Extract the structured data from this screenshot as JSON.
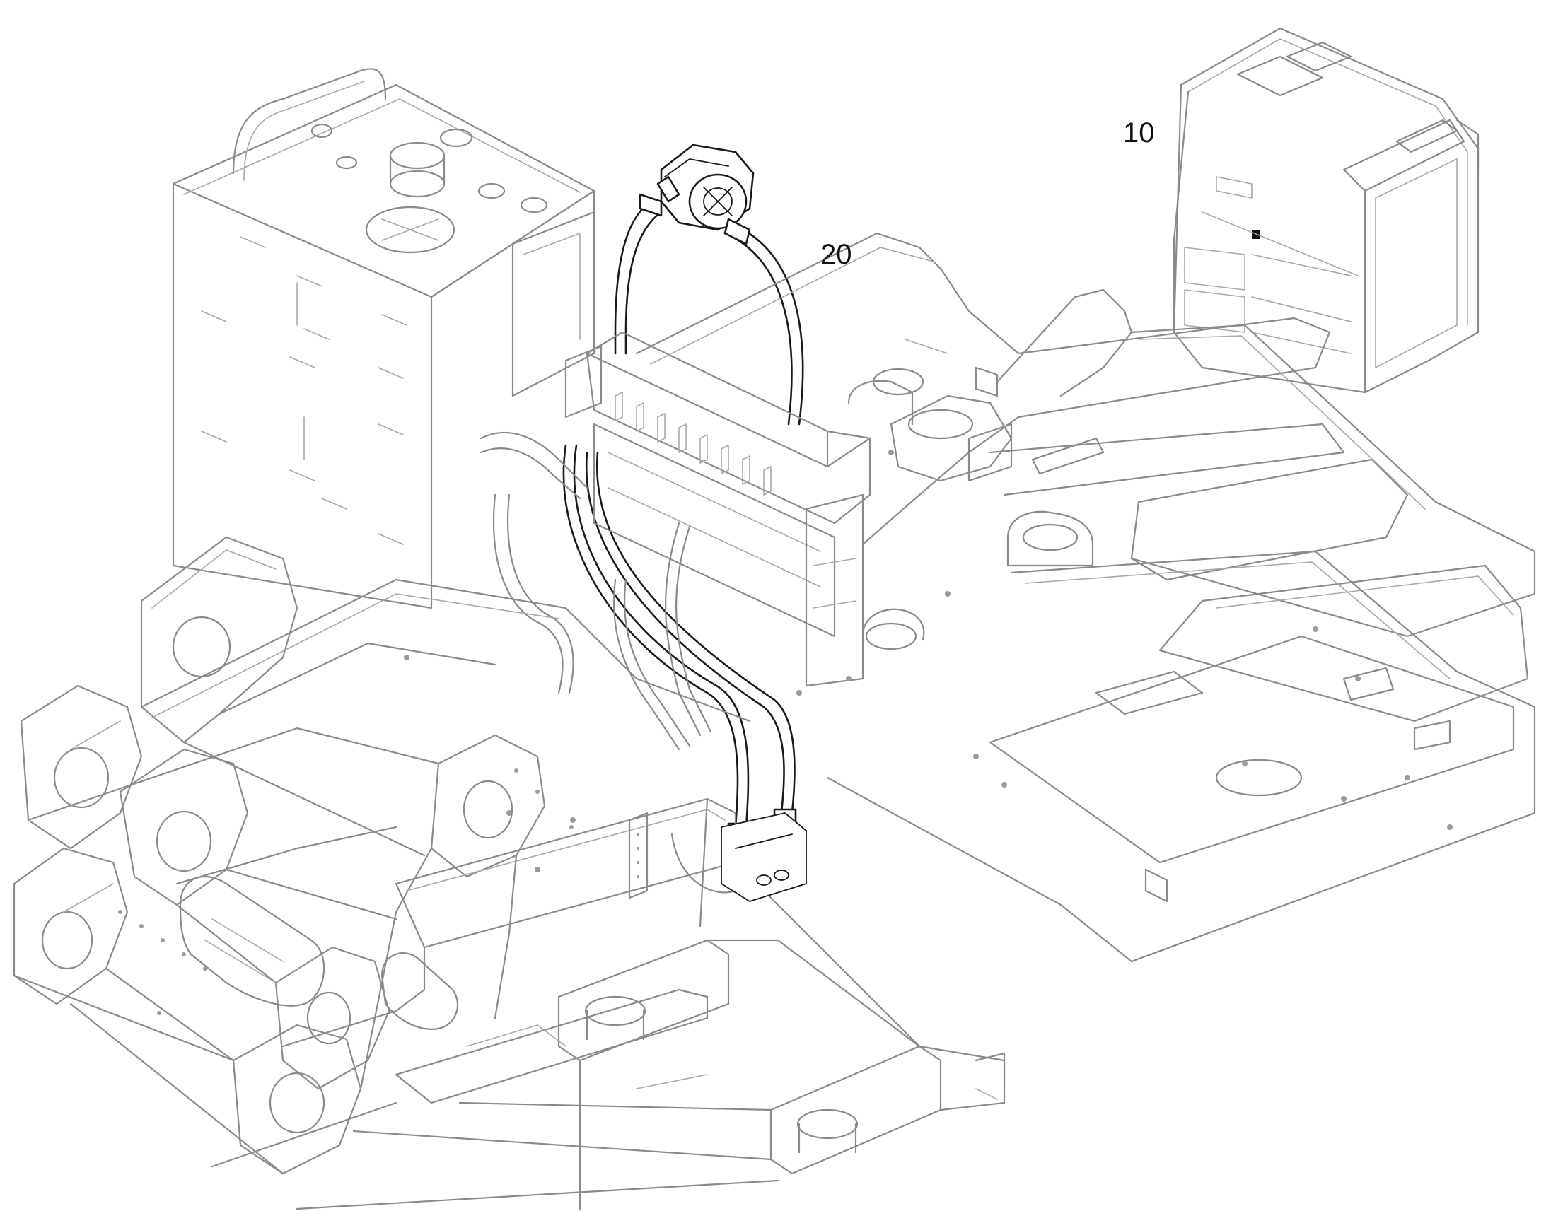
{
  "diagram": {
    "callouts": [
      {
        "id": "10",
        "label": "10"
      },
      {
        "id": "20",
        "label": "20"
      }
    ],
    "colors": {
      "background": "#ffffff",
      "linework": "#8a8a8a",
      "highlight": "#1a1a1a",
      "label": "#111111"
    }
  }
}
